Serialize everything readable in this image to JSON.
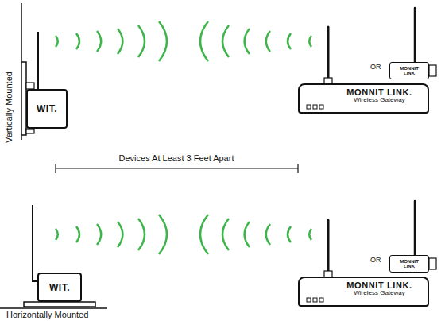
{
  "diagram": {
    "nodes": [
      {
        "text": [
          "WIT."
        ]
      },
      {
        "text": [
          "MONNIT LINK.",
          "Wireless Gateway"
        ]
      },
      {
        "text": [
          "MONNIT LINK"
        ]
      },
      {
        "text": [
          "WIT."
        ]
      },
      {
        "text": [
          "MONNIT LINK.",
          "Wireless Gateway"
        ]
      },
      {
        "text": [
          "MONNIT LINK"
        ]
      }
    ],
    "labels": [
      "Vertically Mounted",
      "OR",
      "Devices At Least 3 Feet Apart",
      "OR",
      "Horizontally Mounted"
    ]
  }
}
